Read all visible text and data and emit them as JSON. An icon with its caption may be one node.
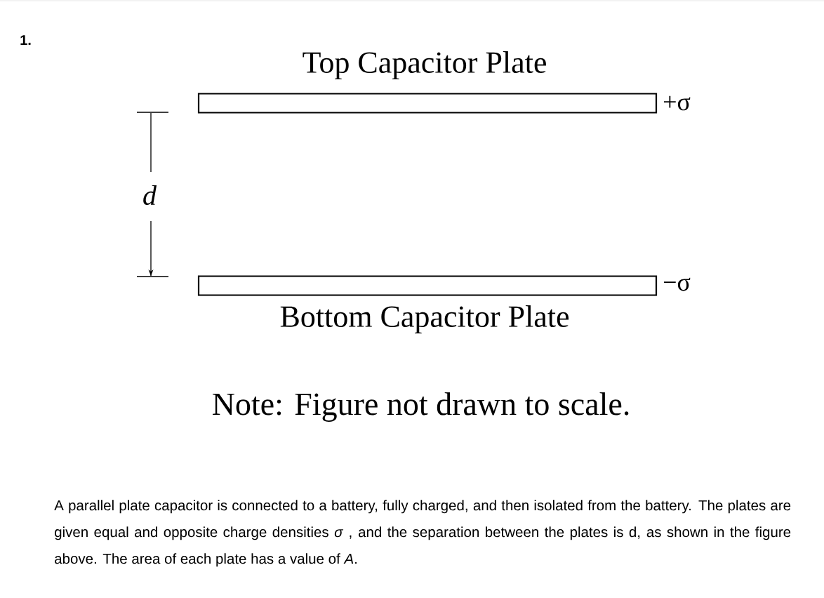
{
  "diagram": {
    "nodes": [
      {
        "text": [
          "Top Capacitor Plate"
        ],
        "beside": [
          "+σ"
        ]
      },
      {
        "text": [
          "Bottom Capacitor Plate"
        ],
        "beside": [
          "−σ"
        ]
      }
    ],
    "labels": [
      "1.",
      "d",
      "Note: Figure not drawn to scale.",
      "A parallel plate capacitor is connected to a battery, fully charged, and then isolated from the battery. The plates are given equal and opposite charge densities *σ* , and the separation between the plates is d, as shown in the figure above. The area of each plate has a value of *A*."
    ]
  }
}
